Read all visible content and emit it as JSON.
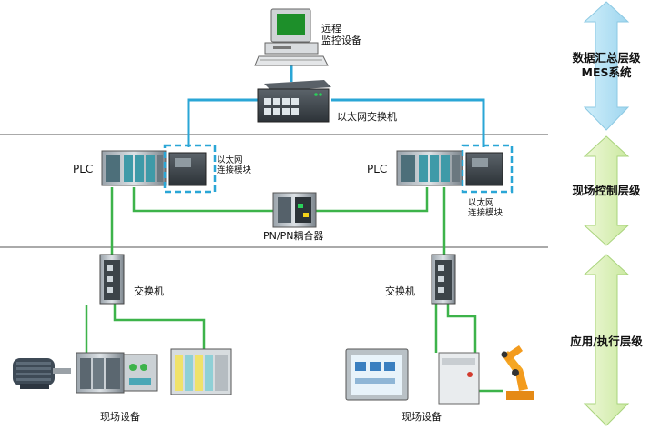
{
  "nodes": {
    "remote_monitor": "远程\n监控设备",
    "ethernet_switch": "以太网交换机",
    "plc_left": "PLC",
    "plc_right": "PLC",
    "eth_module_left": "以太网\n连接模块",
    "eth_module_right": "以太网\n连接模块",
    "coupler": "PN/PN耦合器",
    "switch_left": "交换机",
    "switch_right": "交换机",
    "field_devices_left": "现场设备",
    "field_devices_right": "现场设备"
  },
  "tiers": [
    {
      "id": "data",
      "label": "数据汇总层级\nMES系统",
      "arrow_color": "#bfe6f6"
    },
    {
      "id": "control",
      "label": "现场控制层级",
      "arrow_color": "#dcf0bd"
    },
    {
      "id": "app",
      "label": "应用/执行层级",
      "arrow_color": "#dcf0bd"
    }
  ],
  "colors": {
    "ethernet_link": "#2aa6d6",
    "profinet_link": "#3db34a",
    "module_highlight": "#2aa6d6",
    "divider": "#555555"
  }
}
